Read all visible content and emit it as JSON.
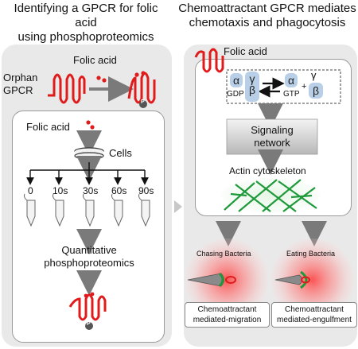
{
  "titles": {
    "left": [
      "Identifying a GPCR for folic acid",
      "using phosphoproteomics"
    ],
    "right": [
      "Chemoattractant GPCR mediates",
      "chemotaxis and phagocytosis"
    ]
  },
  "left_panel": {
    "ligand": "Folic acid",
    "receptor": [
      "Orphan",
      "GPCR"
    ],
    "phospho_mark": "P",
    "inner": {
      "ligand": "Folic acid",
      "cells": "Cells",
      "timepoints": [
        "0",
        "10s",
        "30s",
        "60s",
        "90s"
      ],
      "method": [
        "Quantitative",
        "phosphoproteomics"
      ]
    }
  },
  "right_panel": {
    "ligand": "Folic acid",
    "g_protein": {
      "alpha": "α",
      "beta": "β",
      "gamma": "γ",
      "gdp": "GDP",
      "gtp": "GTP",
      "plus": "+"
    },
    "signaling": [
      "Signaling",
      "network"
    ],
    "actin": "Actin cytoskeleton",
    "outcomes": [
      {
        "title": "Chasing Bacteria",
        "caption": [
          "Chemoattractant",
          "mediated-migration"
        ]
      },
      {
        "title": "Eating Bacteria",
        "caption": [
          "Chemoattractant",
          "mediated-engulfment"
        ]
      }
    ]
  },
  "colors": {
    "receptor": "#e01b1b",
    "g_protein": "#b9cfe8",
    "actin": "#1f9a3a",
    "panel": "#e9e9e9",
    "arrow": "#808080"
  }
}
